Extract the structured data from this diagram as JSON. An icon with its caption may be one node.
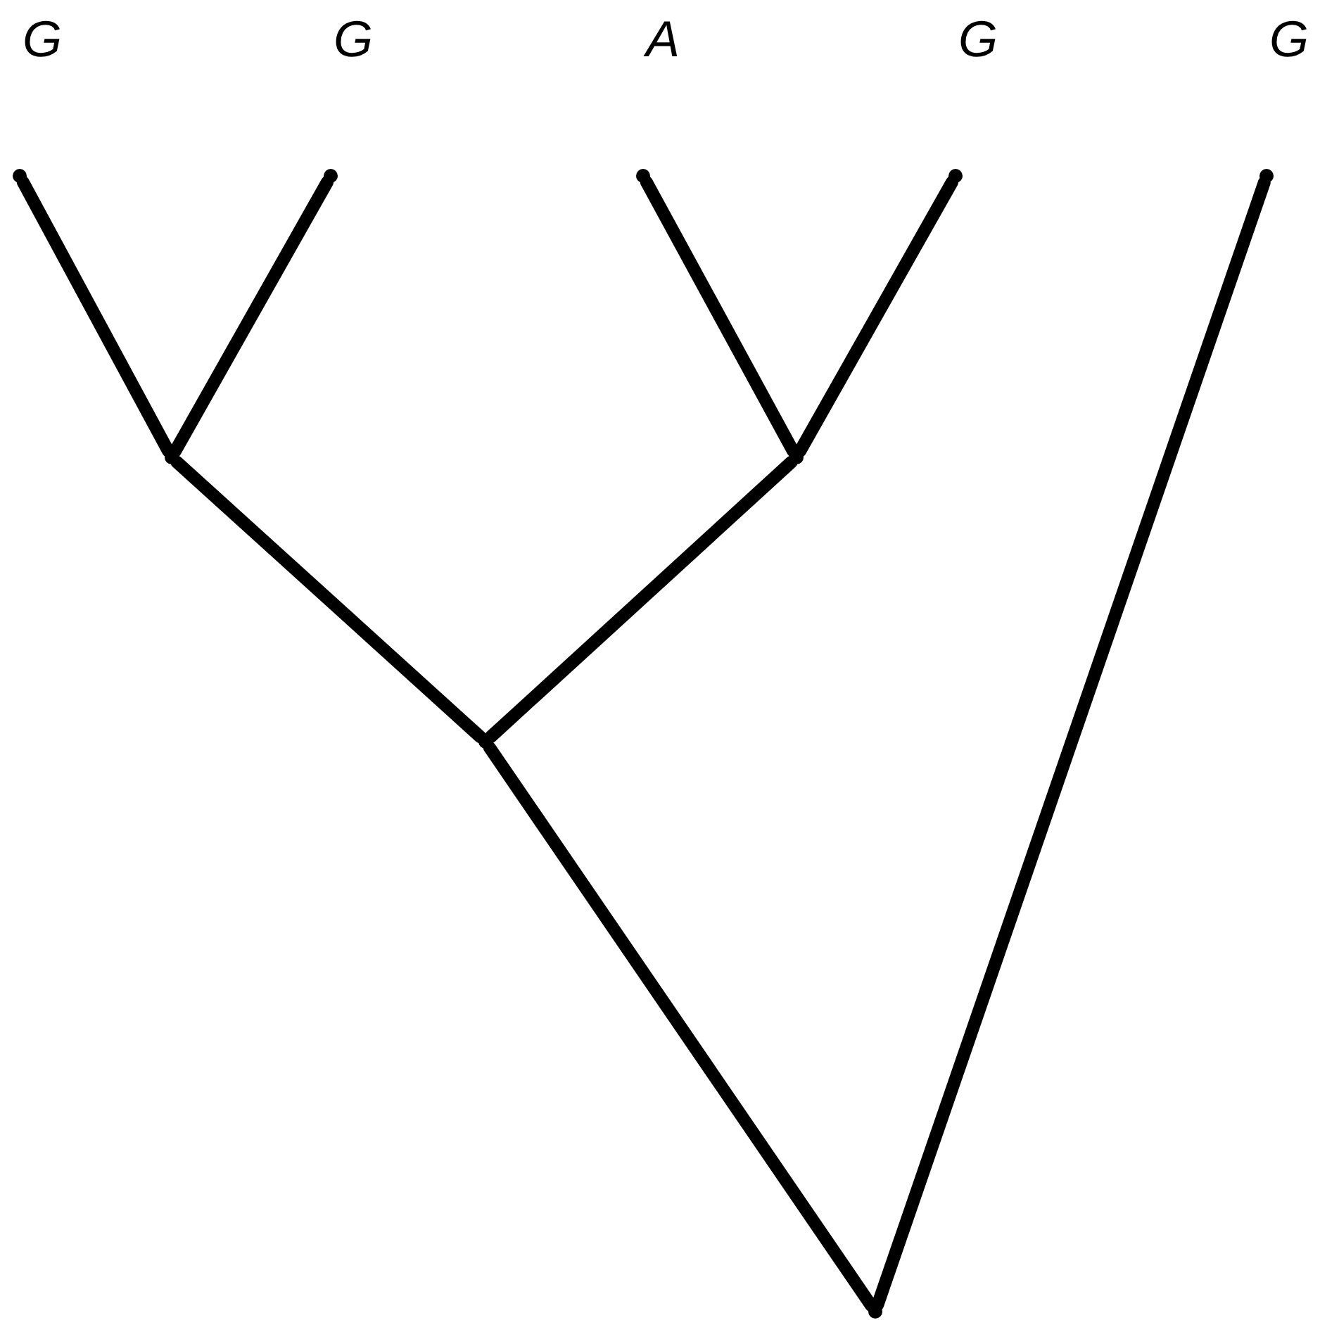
{
  "diagram": {
    "nodes": [
      {
        "text": [],
        "shape": "point",
        "beside": [
          "G"
        ]
      },
      {
        "text": [],
        "shape": "point",
        "beside": [
          "G"
        ]
      },
      {
        "text": [],
        "shape": "point",
        "beside": [
          "A"
        ]
      },
      {
        "text": [],
        "shape": "point",
        "beside": [
          "G"
        ]
      },
      {
        "text": [],
        "shape": "point",
        "beside": [
          "G"
        ]
      },
      {
        "text": [],
        "shape": "point"
      },
      {
        "text": [],
        "shape": "point"
      },
      {
        "text": [],
        "shape": "point"
      },
      {
        "text": [],
        "shape": "point"
      }
    ],
    "edges": [
      {
        "from": 5,
        "to": 0,
        "arrow": "none"
      },
      {
        "from": 5,
        "to": 1,
        "arrow": "none"
      },
      {
        "from": 6,
        "to": 2,
        "arrow": "none"
      },
      {
        "from": 6,
        "to": 3,
        "arrow": "none"
      },
      {
        "from": 7,
        "to": 5,
        "arrow": "none"
      },
      {
        "from": 7,
        "to": 6,
        "arrow": "none"
      },
      {
        "from": 8,
        "to": 7,
        "arrow": "none"
      },
      {
        "from": 8,
        "to": 4,
        "arrow": "none"
      }
    ]
  }
}
